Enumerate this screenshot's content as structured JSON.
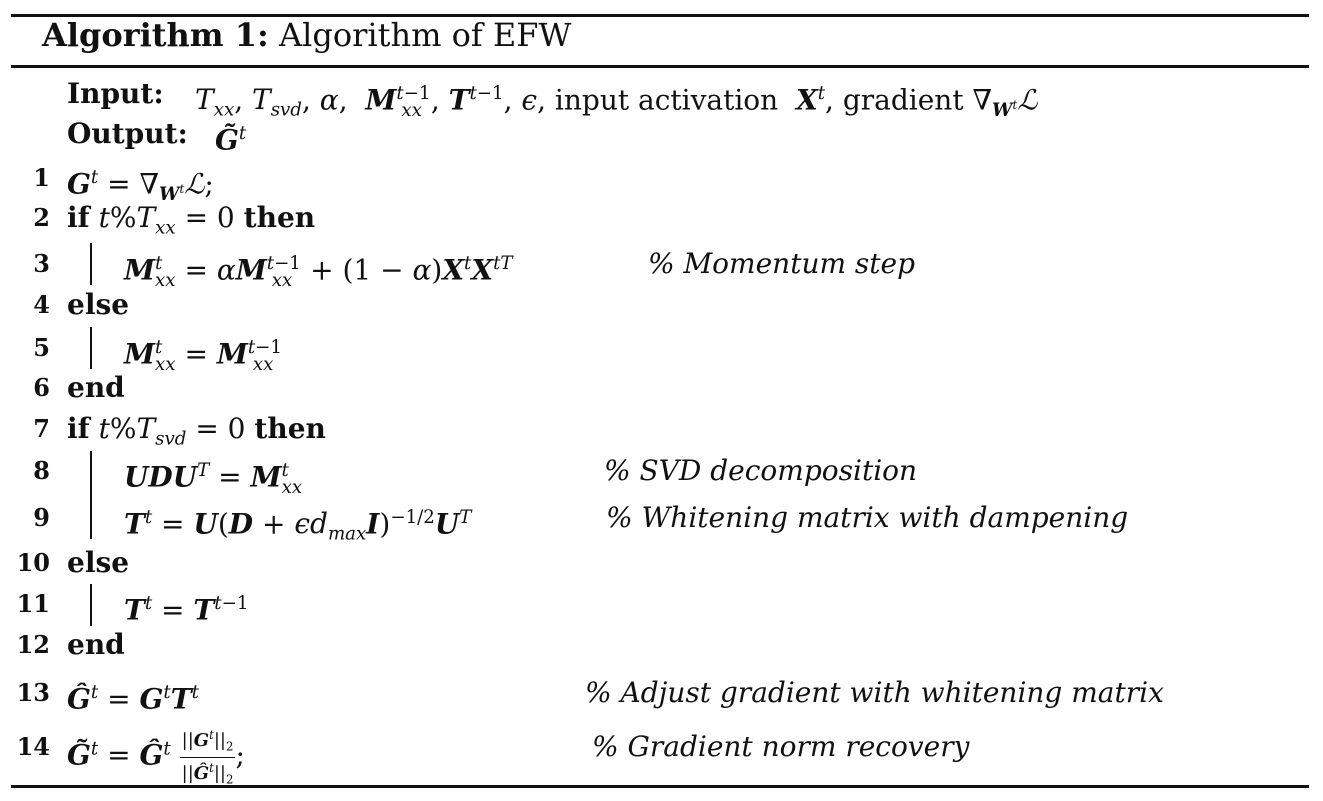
{
  "algorithm": {
    "label": "Algorithm 1:",
    "name": "Algorithm of EFW"
  },
  "header": {
    "input_label": "Input:",
    "input_text": "T_xx, T_svd, α,  M_xx^{t−1}, T^{t−1}, ϵ, input activation  X^t, gradient ∇_{W^t}ℒ",
    "output_label": "Output:",
    "output_text": "G̃^t"
  },
  "lines": [
    {
      "n": "1",
      "code": "G^t = ∇_{W^t}ℒ;",
      "comment": ""
    },
    {
      "n": "2",
      "code": "if t%T_xx = 0 then",
      "comment": ""
    },
    {
      "n": "3",
      "code": "M_xx^t = αM_xx^{t−1} + (1 − α)X^t X^{tT}",
      "comment": "% Momentum step"
    },
    {
      "n": "4",
      "code": "else",
      "comment": ""
    },
    {
      "n": "5",
      "code": "M_xx^t = M_xx^{t−1}",
      "comment": ""
    },
    {
      "n": "6",
      "code": "end",
      "comment": ""
    },
    {
      "n": "7",
      "code": "if t%T_svd = 0 then",
      "comment": ""
    },
    {
      "n": "8",
      "code": "UDU^T = M_xx^t",
      "comment": "% SVD decomposition"
    },
    {
      "n": "9",
      "code": "T^t = U(D + ϵd_max I)^{−1/2}U^T",
      "comment": "% Whitening matrix with dampening"
    },
    {
      "n": "10",
      "code": "else",
      "comment": ""
    },
    {
      "n": "11",
      "code": "T^t = T^{t−1}",
      "comment": ""
    },
    {
      "n": "12",
      "code": "end",
      "comment": ""
    },
    {
      "n": "13",
      "code": "Ĝ^t = G^t T^t",
      "comment": "% Adjust gradient with whitening matrix"
    },
    {
      "n": "14",
      "code": "G̃^t = Ĝ^t ||G^t||_2 / ||Ĝ^t||_2;",
      "comment": "% Gradient norm recovery"
    }
  ],
  "keywords": {
    "if": "if",
    "then": "then",
    "else": "else",
    "end": "end"
  }
}
